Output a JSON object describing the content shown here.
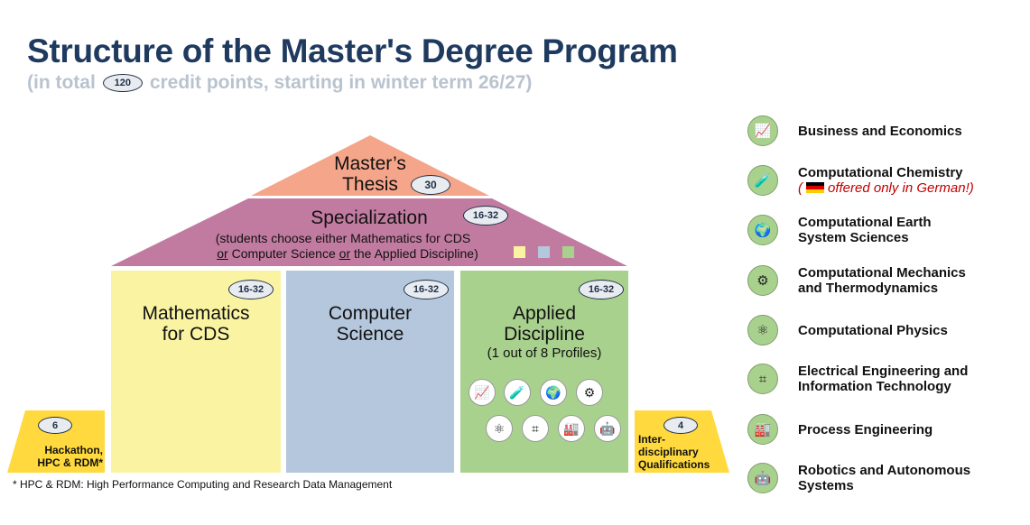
{
  "title": "Structure of the Master's Degree Program",
  "subtitle": {
    "prefix": "(in total",
    "total": "120",
    "suffix": "credit points, starting in winter term 26/27)"
  },
  "thesis": {
    "line1": "Master’s",
    "line2": "Thesis",
    "credits": "30"
  },
  "specialization": {
    "title": "Specialization",
    "credits": "16-32",
    "line1": "(students choose either Mathematics for CDS",
    "line2_or1": "or",
    "line2_mid": " Computer Science ",
    "line2_or2": "or",
    "line2_end": " the Applied Discipline)"
  },
  "pillars": [
    {
      "line1": "Mathematics",
      "line2": "for CDS",
      "credits": "16-32"
    },
    {
      "line1": "Computer",
      "line2": "Science",
      "credits": "16-32"
    },
    {
      "line1": "Applied",
      "line2": "Discipline",
      "line3": "(1 out of 8 Profiles)",
      "credits": "16-32"
    }
  ],
  "left_wing": {
    "credits": "6",
    "line1": "Hackathon,",
    "line2": "HPC & RDM*"
  },
  "right_wing": {
    "credits": "4",
    "line1": "Inter-",
    "line2": "disciplinary",
    "line3": "Qualifications"
  },
  "footnote": "* HPC & RDM: High Performance Computing and Research Data Management",
  "profiles": [
    {
      "icon": "chart-icon",
      "glyph": "📈",
      "line1": "Business and Economics"
    },
    {
      "icon": "test-tubes-icon",
      "glyph": "🧪",
      "line1": "Computational Chemistry",
      "note": "offered only in German!)",
      "note_open": "("
    },
    {
      "icon": "globe-icon",
      "glyph": "🌍",
      "line1": "Computational Earth",
      "line2": "System Sciences"
    },
    {
      "icon": "gear-icon",
      "glyph": "⚙",
      "line1": "Computational Mechanics",
      "line2": "and Thermodynamics"
    },
    {
      "icon": "atom-icon",
      "glyph": "⚛",
      "line1": "Computational Physics"
    },
    {
      "icon": "chip-icon",
      "glyph": "⌗",
      "line1": "Electrical Engineering and",
      "line2": "Information Technology"
    },
    {
      "icon": "factory-icon",
      "glyph": "🏭",
      "line1": "Process Engineering"
    },
    {
      "icon": "robot-icon",
      "glyph": "🤖",
      "line1": "Robotics and Autonomous",
      "line2": "Systems"
    }
  ],
  "colors": {
    "title": "#1f3a5f",
    "subtitle": "#b9c3cf",
    "thesis_roof": "#f4a58a",
    "specialization_roof": "#c27ba0",
    "math": "#f9f3a2",
    "cs": "#b4c7dc",
    "applied": "#a9d18e",
    "wings": "#ffd93d"
  }
}
